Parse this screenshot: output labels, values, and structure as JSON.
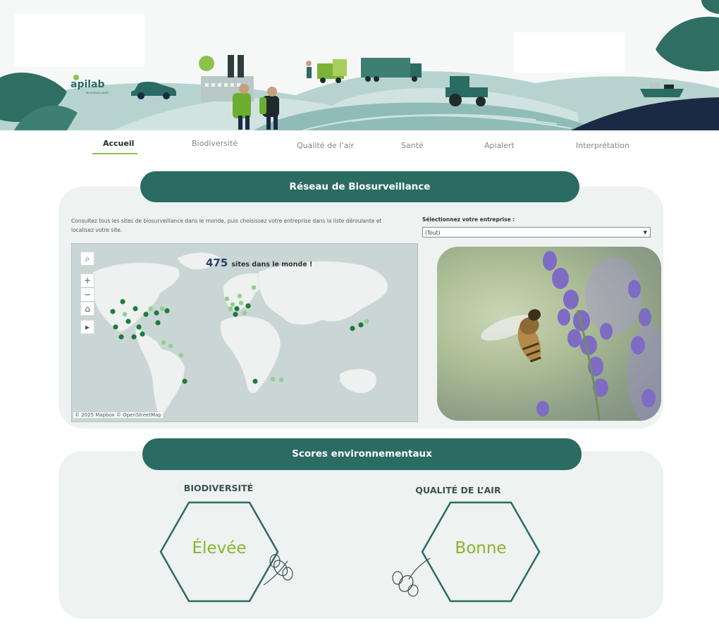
{
  "header": {
    "logo_text": "apilab",
    "logo_subtext": "BIOSURVEILLANCE"
  },
  "nav": {
    "items": [
      {
        "label": "Accueil",
        "active": true
      },
      {
        "label": "Biodiversité",
        "active": false
      },
      {
        "label": "Qualité de l’air",
        "active": false
      },
      {
        "label": "Santé",
        "active": false
      },
      {
        "label": "Apialert",
        "active": false
      },
      {
        "label": "Interprétation",
        "active": false
      }
    ]
  },
  "network": {
    "title": "Réseau de Biosurveillance",
    "description": "Consultez tous les sites de biosurveillance dans le monde, puis choisissez votre entreprise dans la liste déroulante et localisez votre site.",
    "select_label": "Sélectionnez votre entreprise :",
    "select_value": "(Tout)",
    "sites_count": "475",
    "sites_suffix": "sites dans le monde !",
    "map_attribution": "© 2025 Mapbox  © OpenStreetMap",
    "map_tools": [
      "search-icon",
      "zoom-in-icon",
      "zoom-out-icon",
      "home-icon",
      "play-icon"
    ]
  },
  "scores": {
    "title": "Scores environnementaux",
    "items": [
      {
        "label": "BIODIVERSITÉ",
        "value": "Élevée"
      },
      {
        "label": "QUALITÉ DE L’AIR",
        "value": "Bonne"
      }
    ]
  },
  "colors": {
    "primary": "#2a6b63",
    "accent": "#8bc34a",
    "panel": "#eef2f1",
    "score_green": "#8ab42c",
    "navy": "#1b2a44",
    "marker_dark": "#1e7a3a",
    "marker_light": "#8fd08a"
  }
}
